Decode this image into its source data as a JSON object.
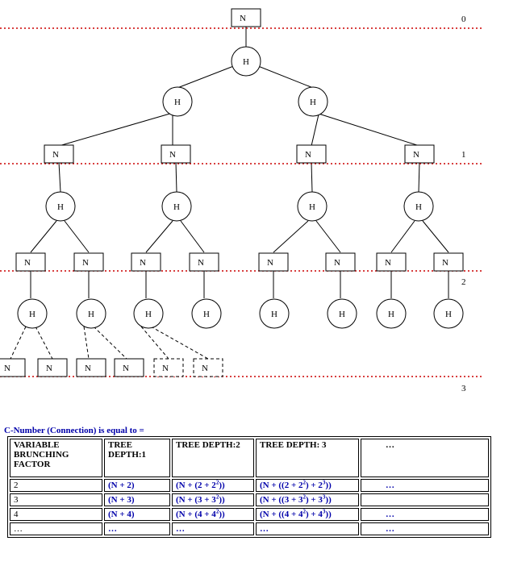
{
  "diagram": {
    "node_n": "N",
    "node_h": "H",
    "levels": [
      "0",
      "1",
      "2",
      "3"
    ],
    "line_color": "#cc0000"
  },
  "caption": "C-Number (Connection) is equal to =",
  "table": {
    "headers": [
      "VARIABLE BRUNCHING FACTOR",
      "TREE DEPTH:1",
      "TREE DEPTH:2",
      "TREE DEPTH: 3",
      "…"
    ],
    "rows": [
      {
        "factor": "2",
        "d1": "(N + 2)",
        "d2": [
          "(N + (2 + 2",
          "2",
          "))"
        ],
        "d3": [
          "(N + ((2 + 2",
          "2",
          ") + 2",
          "3",
          "))"
        ],
        "more": "…"
      },
      {
        "factor": "3",
        "d1": "(N + 3)",
        "d2": [
          "(N + (3 + 3",
          "2",
          "))"
        ],
        "d3": [
          "(N + ((3 + 3",
          "2",
          ") + 3",
          "3",
          "))"
        ],
        "more": ""
      },
      {
        "factor": "4",
        "d1": "(N + 4)",
        "d2": [
          "(N + (4 + 4",
          "2",
          "))"
        ],
        "d3": [
          "(N + ((4 + 4",
          "2",
          ") + 4",
          "3",
          "))"
        ],
        "more": "…"
      }
    ],
    "last_row": [
      "…",
      "…",
      "…",
      "…",
      "…"
    ]
  },
  "colors": {
    "accent_text": "#0000aa",
    "level_line": "#cc0000"
  }
}
